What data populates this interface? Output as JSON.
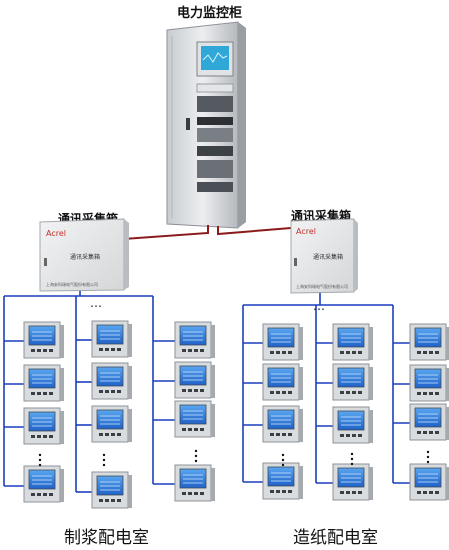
{
  "cabinet": {
    "title": "电力监控柜"
  },
  "collector_left": {
    "title": "通讯采集箱",
    "brand": "Acrel",
    "panel_text": "通讯采集箱",
    "footer": "上海安科瑞电气股份有限公司"
  },
  "collector_right": {
    "title": "通讯采集箱",
    "brand": "Acrel",
    "panel_text": "通讯采集箱",
    "footer": "上海安科瑞电气股份有限公司"
  },
  "rooms": {
    "left": "制浆配电室",
    "right": "造纸配电室"
  },
  "ellipsis": "…",
  "colors": {
    "bus_line": "#1a3fbf",
    "link_line": "#8b1a1a",
    "meter_screen": "#2a7fe0",
    "cabinet_screen": "#2fa8d8"
  }
}
